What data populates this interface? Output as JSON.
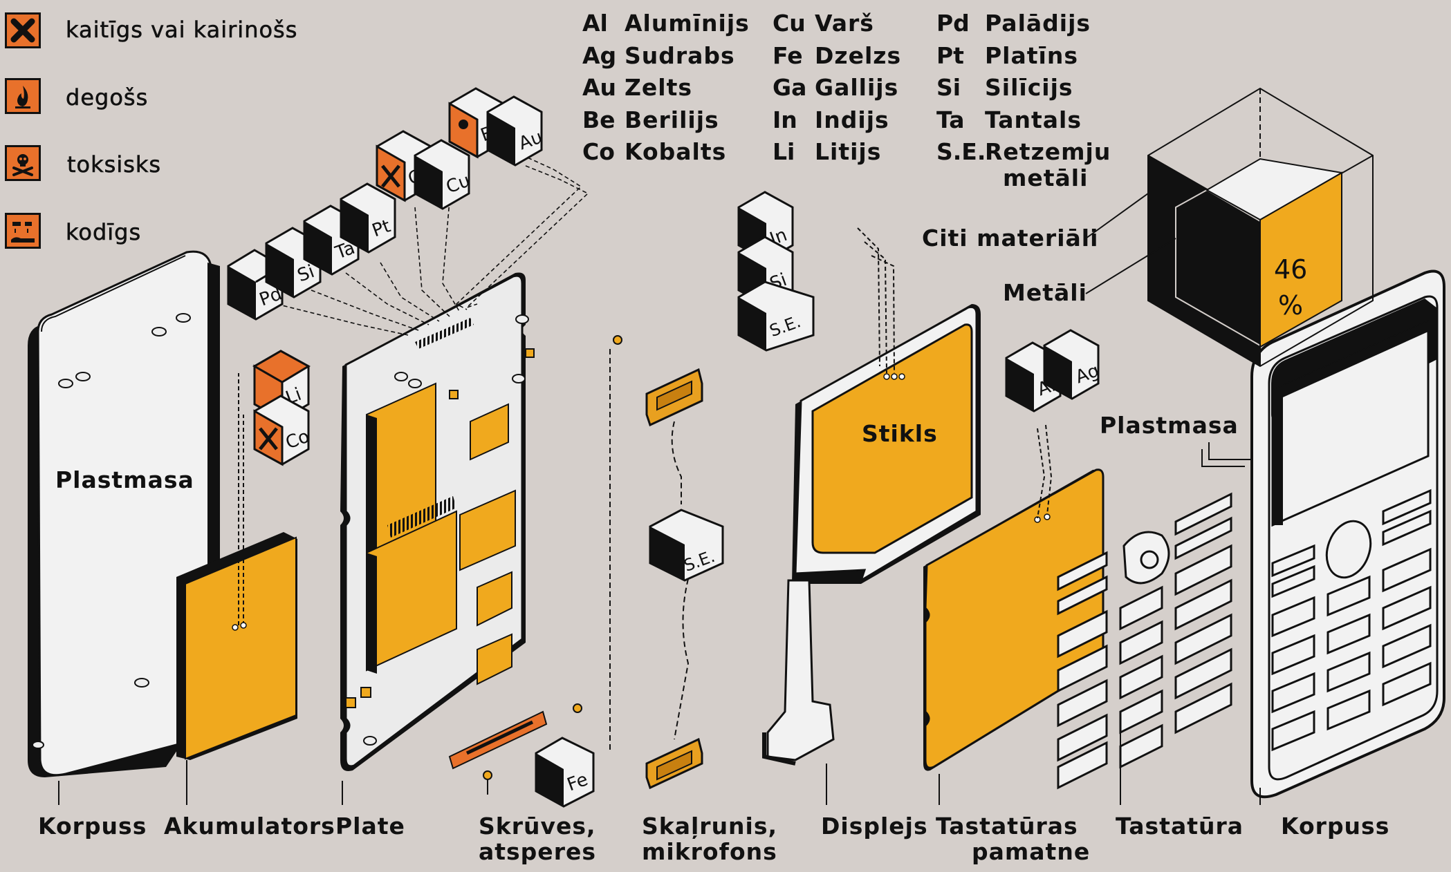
{
  "legend": [
    {
      "icon": "harmful-irritant-icon",
      "label": "kaitīgs vai kairinošs"
    },
    {
      "icon": "flammable-icon",
      "label": "degošs"
    },
    {
      "icon": "toxic-icon",
      "label": "toksisks"
    },
    {
      "icon": "corrosive-icon",
      "label": "kodīgs"
    }
  ],
  "elements": [
    {
      "symbol": "Al",
      "name": "Alumīnijs"
    },
    {
      "symbol": "Ag",
      "name": "Sudrabs"
    },
    {
      "symbol": "Au",
      "name": "Zelts"
    },
    {
      "symbol": "Be",
      "name": "Berilijs"
    },
    {
      "symbol": "Co",
      "name": "Kobalts"
    },
    {
      "symbol": "Cu",
      "name": "Varš"
    },
    {
      "symbol": "Fe",
      "name": "Dzelzs"
    },
    {
      "symbol": "Ga",
      "name": "Gallijs"
    },
    {
      "symbol": "In",
      "name": "Indijs"
    },
    {
      "symbol": "Li",
      "name": "Litijs"
    },
    {
      "symbol": "Pd",
      "name": "Palādijs"
    },
    {
      "symbol": "Pt",
      "name": "Platīns"
    },
    {
      "symbol": "Si",
      "name": "Silīcijs"
    },
    {
      "symbol": "Ta",
      "name": "Tantals"
    },
    {
      "symbol": "S.E.",
      "name": "Retzemju",
      "name2": "metāli"
    }
  ],
  "composition": {
    "other_label": "Citi materiāli",
    "metals_label": "Metāli",
    "metals_value": "46",
    "unit": "%"
  },
  "part_labels": {
    "plastic_left": "Plastmasa",
    "glass": "Stikls",
    "plastic_right": "Plastmasa"
  },
  "parts": [
    {
      "line1": "Korpuss",
      "line2": ""
    },
    {
      "line1": "Akumulators",
      "line2": ""
    },
    {
      "line1": "Plate",
      "line2": ""
    },
    {
      "line1": "Skrūves,",
      "line2": "atsperes"
    },
    {
      "line1": "Skaļrunis,",
      "line2": "mikrofons"
    },
    {
      "line1": "Displejs",
      "line2": ""
    },
    {
      "line1": "Tastatūras",
      "line2": "pamatne"
    },
    {
      "line1": "Tastatūra",
      "line2": ""
    },
    {
      "line1": "Korpuss",
      "line2": ""
    }
  ],
  "cubes": {
    "top_row": [
      "Pd",
      "Si",
      "Ta",
      "Pt"
    ],
    "ga_group": [
      "Ga",
      "Cu"
    ],
    "be_group": [
      "Be",
      "Au"
    ],
    "battery": [
      "Li",
      "Co"
    ],
    "display": [
      "In",
      "Si",
      "S.E."
    ],
    "speaker": "S.E.",
    "screw": "Fe",
    "keypad_base": [
      "Al",
      "Ag"
    ]
  },
  "colors": {
    "orange": "#f0a91e",
    "hazard": "#e8712b",
    "background": "#d5cfcb"
  }
}
